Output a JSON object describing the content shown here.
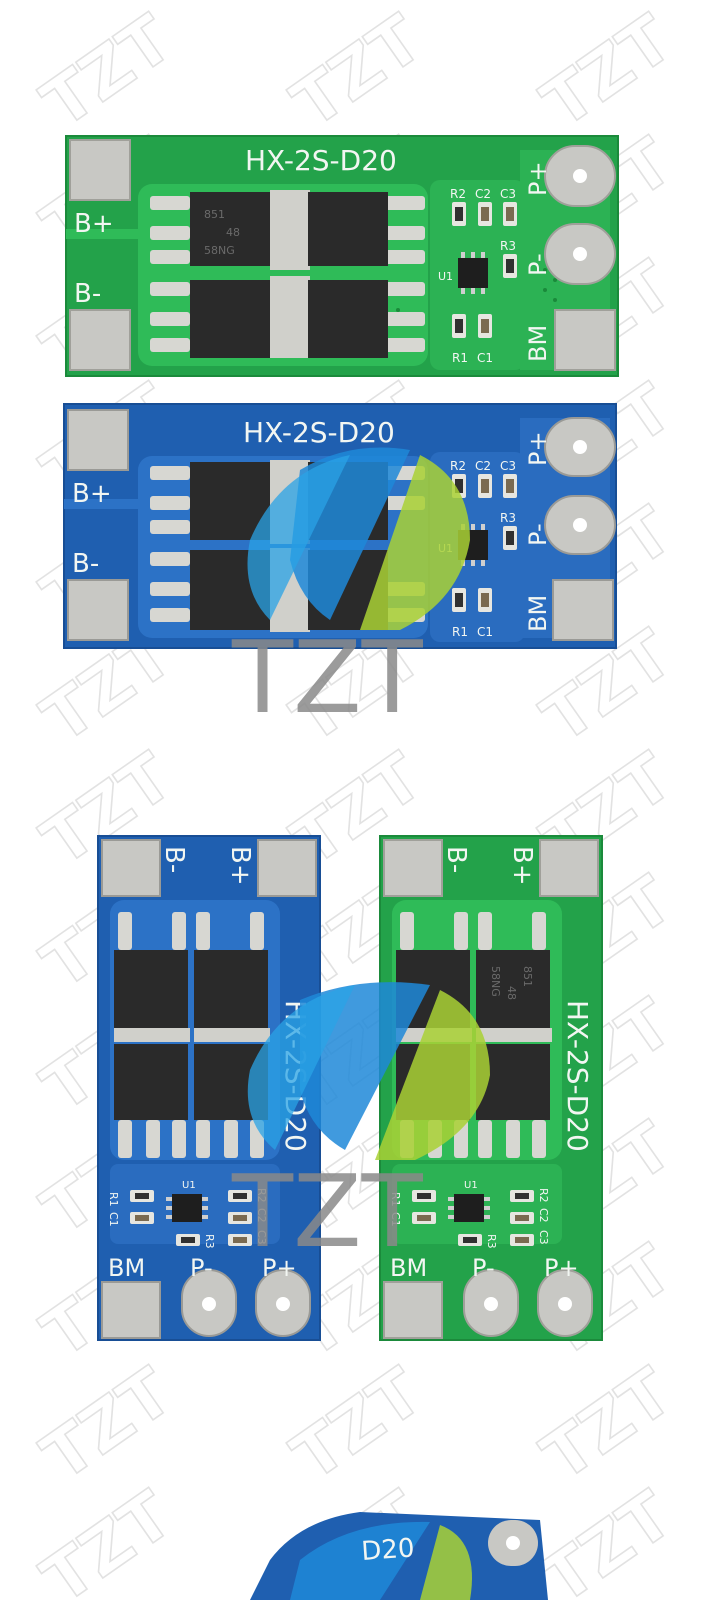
{
  "watermark": {
    "text": "TZT"
  },
  "boards": [
    {
      "variant": "green-horizontal",
      "title": "HX-2S-D20",
      "pad_b_plus": "B+",
      "pad_b_minus": "B-",
      "pad_p_plus": "P+",
      "pad_p_minus": "P-",
      "pad_bm": "BM",
      "components": {
        "r1": "R1",
        "c1": "C1",
        "r2": "R2",
        "c2": "C2",
        "c3": "C3",
        "r3": "R3",
        "u1": "U1"
      },
      "mosfet_marking": {
        "line1": "851",
        "line2": "48",
        "line3": "58NG"
      }
    },
    {
      "variant": "blue-horizontal",
      "title": "HX-2S-D20",
      "pad_b_plus": "B+",
      "pad_b_minus": "B-",
      "pad_p_plus": "P+",
      "pad_p_minus": "P-",
      "pad_bm": "BM",
      "components": {
        "r1": "R1",
        "c1": "C1",
        "r2": "R2",
        "c2": "C2",
        "c3": "C3",
        "r3": "R3",
        "u1": "U1"
      }
    },
    {
      "variant": "blue-vertical",
      "title": "HX-2S-D20",
      "pad_b_plus": "B+",
      "pad_b_minus": "B-",
      "pad_p_plus": "P+",
      "pad_p_minus": "P-",
      "pad_bm": "BM",
      "components": {
        "r1": "R1",
        "c1": "C1",
        "r2": "R2",
        "c2": "C2",
        "c3": "C3",
        "r3": "R3",
        "u1": "U1"
      }
    },
    {
      "variant": "green-vertical",
      "title": "HX-2S-D20",
      "pad_b_plus": "B+",
      "pad_b_minus": "B-",
      "pad_p_plus": "P+",
      "pad_p_minus": "P-",
      "pad_bm": "BM",
      "components": {
        "r1": "R1",
        "c1": "C1",
        "r2": "R2",
        "c2": "C2",
        "c3": "C3",
        "r3": "R3",
        "u1": "U1"
      },
      "mosfet_marking": {
        "line1": "851",
        "line2": "48",
        "line3": "58NG"
      }
    },
    {
      "variant": "blue-partial",
      "title": "D20"
    }
  ],
  "colors": {
    "green_pcb": "#23a24a",
    "green_trace": "#2fbb58",
    "blue_pcb": "#1f5fb0",
    "blue_trace": "#2c72c6",
    "pad_silver": "#c8c8c4",
    "mosfet_body": "#2a2a2a",
    "logo_blue": "#1e88d8",
    "logo_green": "#a9d135",
    "logo_gray": "#7d7d7d"
  }
}
